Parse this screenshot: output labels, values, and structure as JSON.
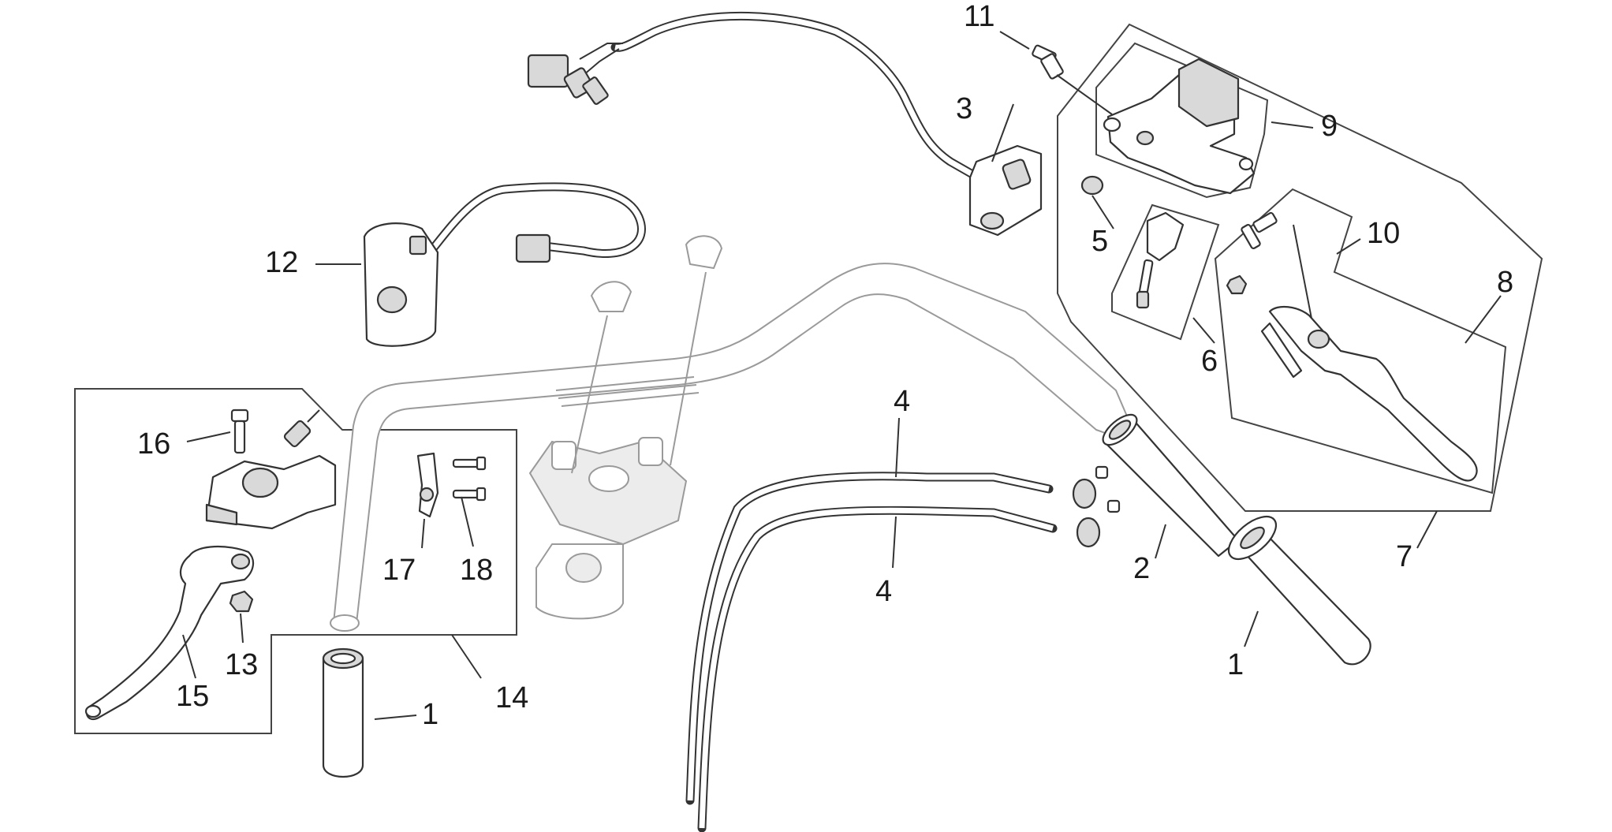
{
  "callouts": {
    "c1_right": "1",
    "c1_left": "1",
    "c2": "2",
    "c3": "3",
    "c4_top": "4",
    "c4_bottom": "4",
    "c5": "5",
    "c6": "6",
    "c7": "7",
    "c8": "8",
    "c9": "9",
    "c10": "10",
    "c11": "11",
    "c12": "12",
    "c13": "13",
    "c14": "14",
    "c15": "15",
    "c16": "16",
    "c17": "17",
    "c18": "18"
  }
}
